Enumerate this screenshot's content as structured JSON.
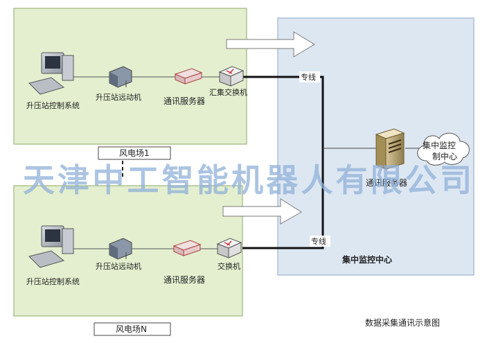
{
  "site1": {
    "name": "风电场1",
    "pc_label": "升压站控制系统",
    "device_label": "升压站远动机",
    "server_label": "通讯服务器",
    "switch_label": "汇集交换机",
    "line_label": "专线"
  },
  "siteN": {
    "name": "风电场N",
    "pc_label": "升压站控制系统",
    "device_label": "升压站远动机",
    "server_label": "通讯服务器",
    "switch_label": "交换机",
    "line_label": "专线"
  },
  "center": {
    "name": "集中监控中心",
    "server_label": "通讯服务器",
    "cloud_label_1": "集中监控",
    "cloud_label_2": "制中心"
  },
  "watermark": "天津中工智能机器人有限公司",
  "caption": "数据采集通讯示意图",
  "colors": {
    "site_fill": "#e4efcf",
    "site_stroke": "#8aa86a",
    "center_fill": "#dde7f2",
    "center_stroke": "#8ea6c4",
    "line": "#111111"
  }
}
